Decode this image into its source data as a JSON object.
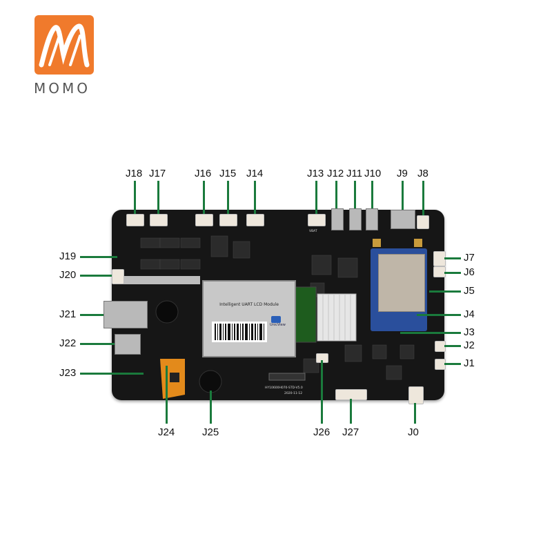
{
  "logo": {
    "text": "MOMO",
    "accent": "#f07a2c"
  },
  "board": {
    "lcd_title": "Intelligent UART LCD Module",
    "lcd_brand": "UnicView",
    "silk_model": "HY10600H070-STD-V5.0",
    "silk_date": "2020-11-12",
    "silk_vbat": "VBAT"
  },
  "labels": {
    "J0": "J0",
    "J1": "J1",
    "J2": "J2",
    "J3": "J3",
    "J4": "J4",
    "J5": "J5",
    "J6": "J6",
    "J7": "J7",
    "J8": "J8",
    "J9": "J9",
    "J10": "J10",
    "J11": "J11",
    "J12": "J12",
    "J13": "J13",
    "J14": "J14",
    "J15": "J15",
    "J16": "J16",
    "J17": "J17",
    "J18": "J18",
    "J19": "J19",
    "J20": "J20",
    "J21": "J21",
    "J22": "J22",
    "J23": "J23",
    "J24": "J24",
    "J25": "J25",
    "J26": "J26",
    "J27": "J27"
  },
  "colors": {
    "leader": "#1a7a3c",
    "board": "#161616",
    "module": "#2a4f9c"
  }
}
